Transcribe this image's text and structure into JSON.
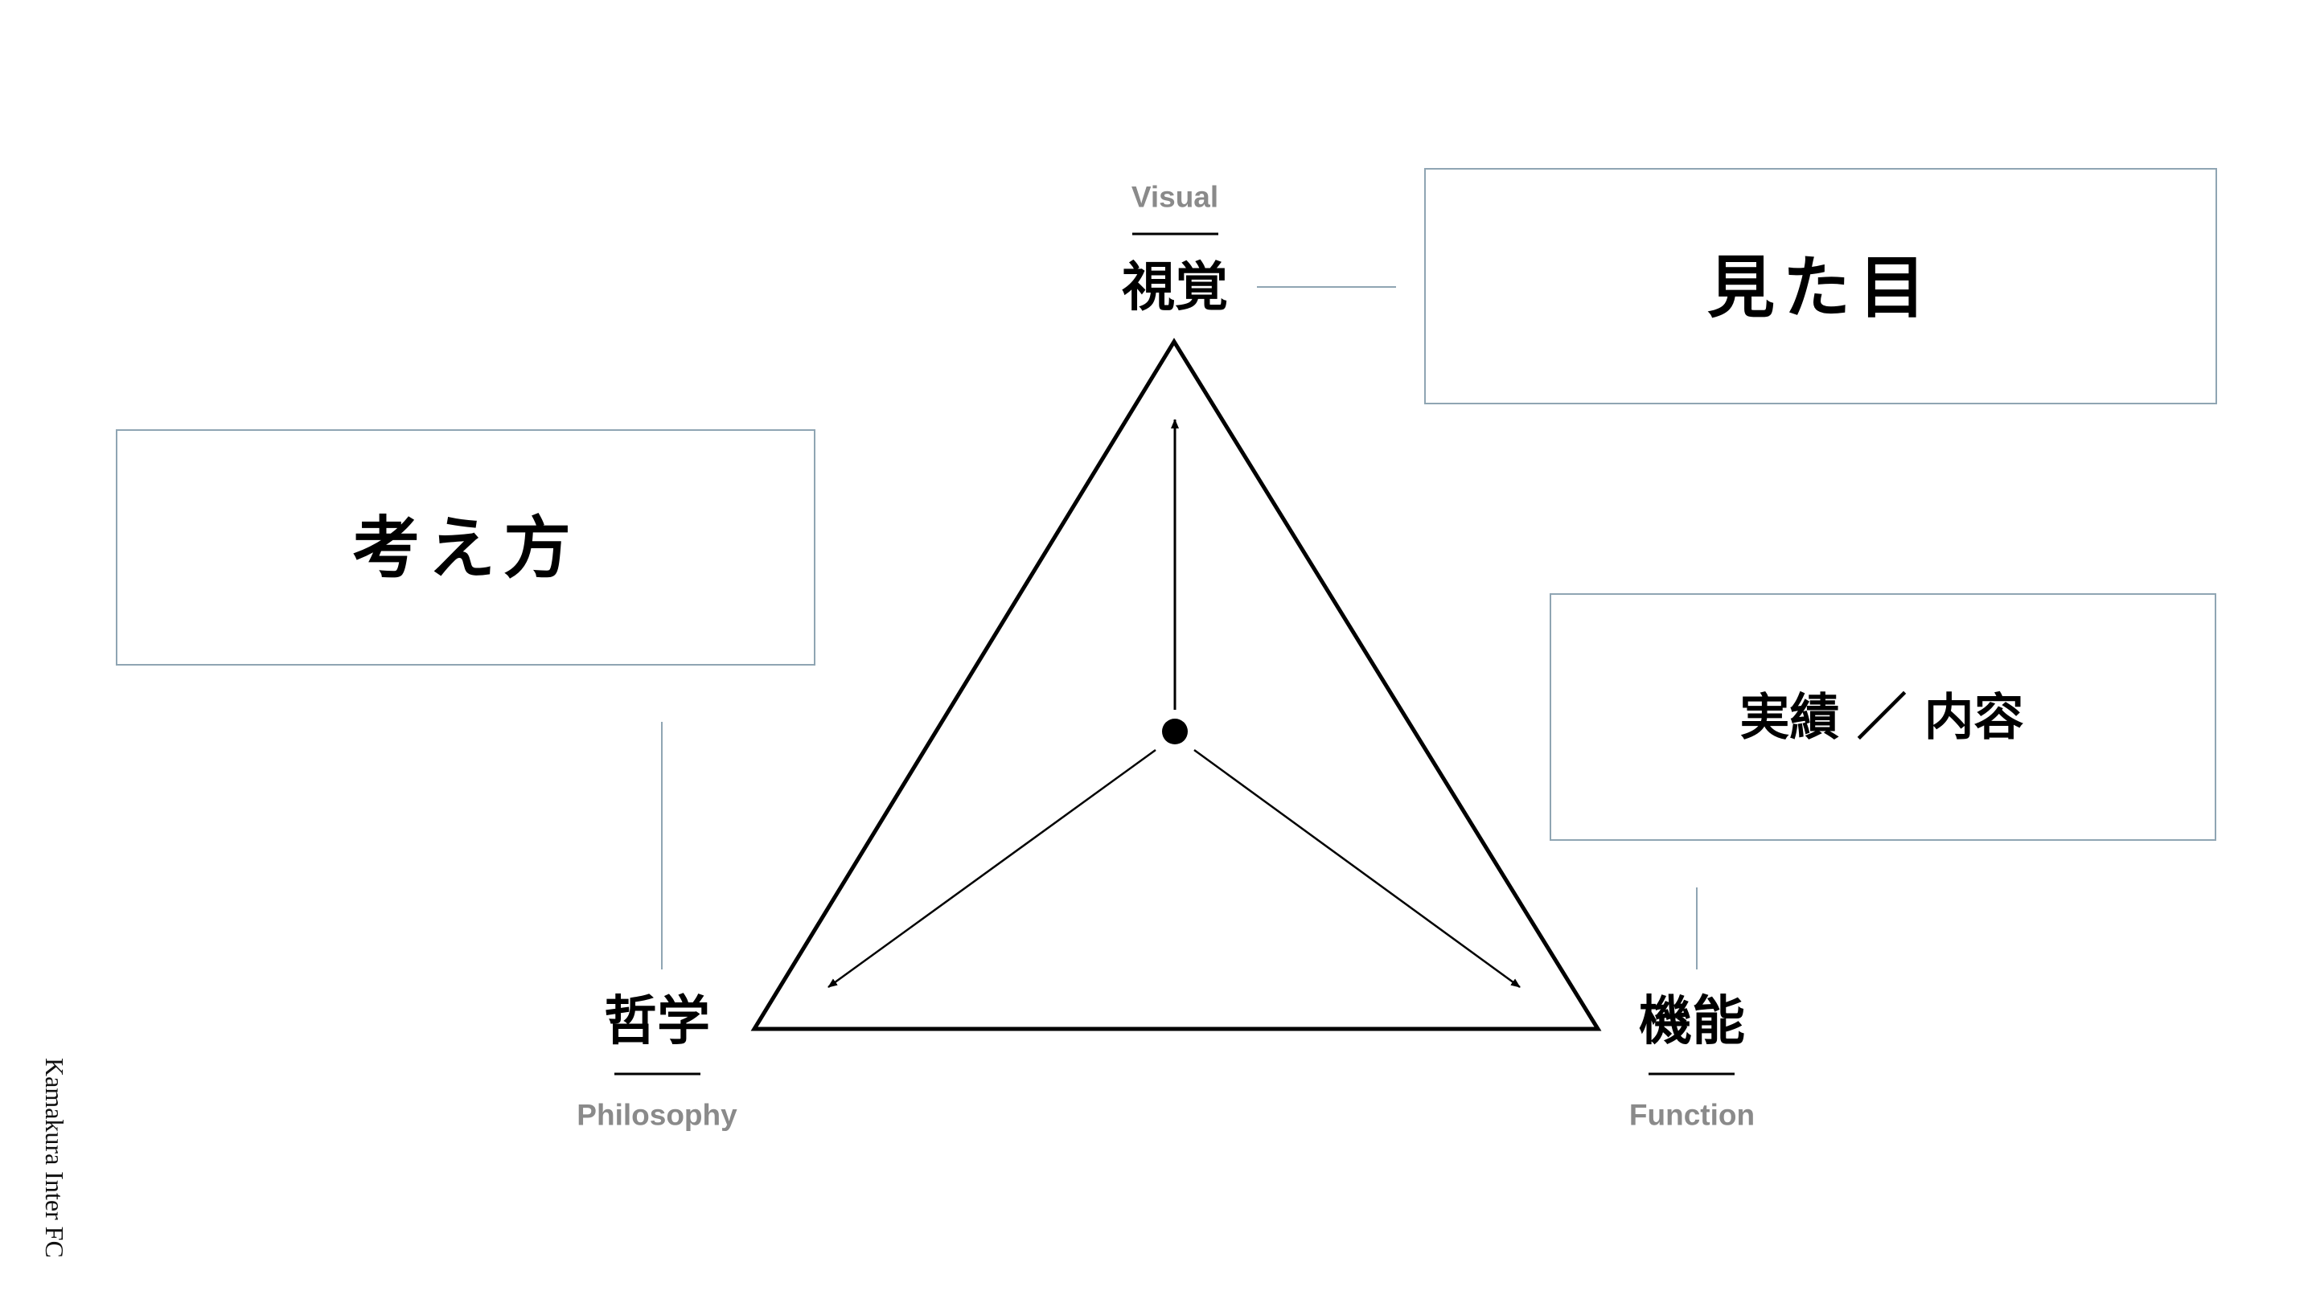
{
  "diagram": {
    "boxes": {
      "visual": "見た目",
      "philosophy": "考え方",
      "function": "実績 ／ 内容"
    },
    "nodes": {
      "top": {
        "label": "視覚",
        "en": "Visual"
      },
      "left": {
        "label": "哲学",
        "en": "Philosophy"
      },
      "right": {
        "label": "機能",
        "en": "Function"
      }
    }
  },
  "footer": {
    "text": "Kamakura Inter FC"
  },
  "colors": {
    "box_border": "#8fa5b3",
    "connector": "#8fa5b3",
    "triangle": "#000000",
    "english_label": "#8a8a8a"
  }
}
